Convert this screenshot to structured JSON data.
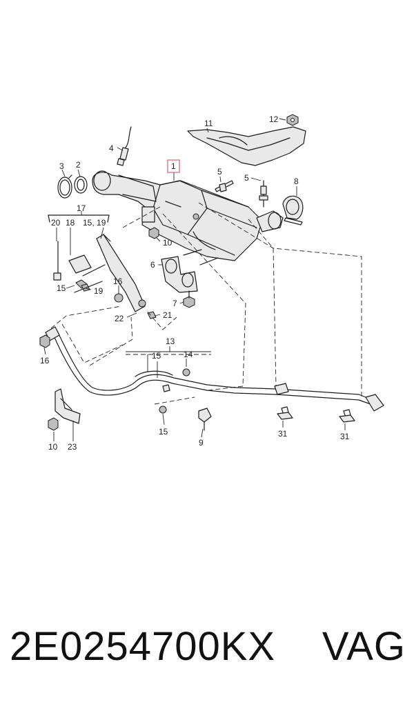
{
  "diagram": {
    "callouts": {
      "c1": "1",
      "c2": "2",
      "c3": "3",
      "c4": "4",
      "c5a": "5",
      "c5b": "5",
      "c6": "6",
      "c7": "7",
      "c8": "8",
      "c9": "9",
      "c10a": "10",
      "c10b": "10",
      "c11": "11",
      "c12": "12",
      "c13": "13",
      "c14": "14",
      "c15a": "15",
      "c15b": "15",
      "c15c": "15",
      "c16a": "16",
      "c16b": "16",
      "c17": "17",
      "c18": "18",
      "c19a": "19",
      "c20": "20",
      "c21": "21",
      "c22": "22",
      "c23": "23",
      "c31a": "31",
      "c31b": "31",
      "c1519": "15, 19"
    },
    "highlight_color": "#e06a78"
  },
  "caption": {
    "part_number": "2E0254700KX",
    "brand": "VAG"
  }
}
